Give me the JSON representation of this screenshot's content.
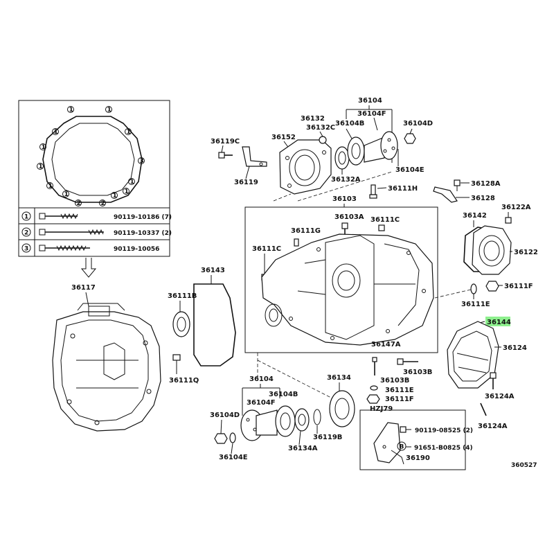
{
  "diagram_id": "360527",
  "highlight_part": "36144",
  "inset": {
    "bolt_rows": [
      {
        "marker": "1",
        "part": "90119-10186 (7)"
      },
      {
        "marker": "2",
        "part": "90119-10337 (2)"
      },
      {
        "marker": "3",
        "part": "90119-10056"
      }
    ],
    "gasket_markers": [
      "1",
      "1",
      "1",
      "1",
      "1",
      "3",
      "1",
      "1",
      "1",
      "1",
      "1",
      "1",
      "2",
      "2"
    ]
  },
  "labels": {
    "p36104_top": "36104",
    "p36104F_top": "36104F",
    "p36132": "36132",
    "p36132C": "36132C",
    "p36104B_top": "36104B",
    "p36104D_top": "36104D",
    "p36119C": "36119C",
    "p36152": "36152",
    "p36119": "36119",
    "p36132A": "36132A",
    "p36104E_top": "36104E",
    "p36111H": "36111H",
    "p36128A": "36128A",
    "p36128": "36128",
    "p36103": "36103",
    "p36122A": "36122A",
    "p36103A": "36103A",
    "p36111C_a": "36111C",
    "p36111G": "36111G",
    "p36142": "36142",
    "p36111C_b": "36111C",
    "p36122": "36122",
    "p36143": "36143",
    "p36117": "36117",
    "p36111F_top": "36111F",
    "p36111B": "36111B",
    "p36111E_top": "36111E",
    "p36144": "36144",
    "p36124": "36124",
    "p36147A": "36147A",
    "p36103B_a": "36103B",
    "p36103B_b": "36103B",
    "p36111Q": "36111Q",
    "p36104_bot": "36104",
    "p36134": "36134",
    "p36104F_bot": "36104F",
    "p36104B_bot": "36104B",
    "p36111E_bot": "36111E",
    "p36111F_bot": "36111F",
    "p36124A_a": "36124A",
    "pHZJ79": "HZJ79",
    "p36104D_bot": "36104D",
    "p90119_08525": "90119-08525 (2)",
    "pB_marker": "B",
    "p91651": "91651-B0825 (4)",
    "p36124A_b": "36124A",
    "p36119B": "36119B",
    "p36134A": "36134A",
    "p36190": "36190",
    "p36104E_bot": "36104E"
  }
}
